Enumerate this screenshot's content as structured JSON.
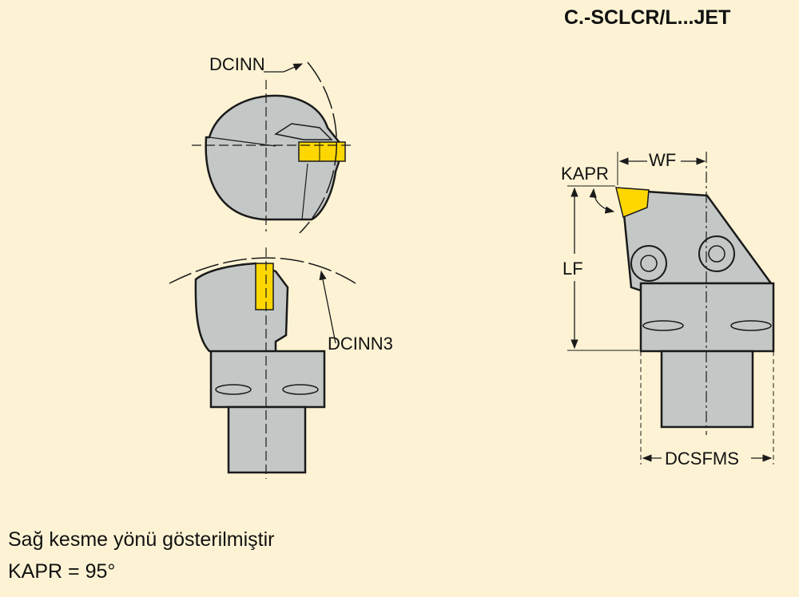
{
  "title": "C.-SCLCR/L...JET",
  "labels": {
    "dcinn": "DCINN",
    "dcinn3": "DCINN3",
    "kapr": "KAPR",
    "wf": "WF",
    "lf": "LF",
    "dcsfms": "DCSFMS"
  },
  "notes": {
    "direction": "Sağ kesme yönü gösterilmiştir",
    "kapr_value": "KAPR = 95°"
  },
  "colors": {
    "background": "#fdf3d4",
    "body": "#c3c7c5",
    "insert": "#ffd700",
    "line": "#1a1a1a"
  }
}
